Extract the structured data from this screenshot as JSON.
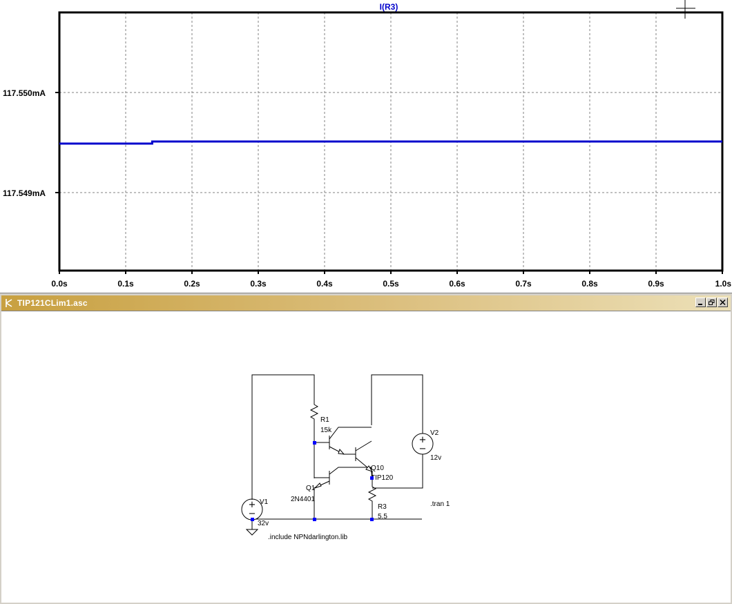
{
  "plot": {
    "trace_name": "I(R3)",
    "y_ticks": [
      {
        "label": "117.550mA",
        "value": 117.55
      },
      {
        "label": "117.549mA",
        "value": 117.549
      }
    ],
    "x_ticks": [
      "0.0s",
      "0.1s",
      "0.2s",
      "0.3s",
      "0.4s",
      "0.5s",
      "0.6s",
      "0.7s",
      "0.8s",
      "0.9s",
      "1.0s"
    ],
    "trace_color": "#0000cc",
    "trace_points": [
      {
        "t": 0.0,
        "i": 117.54949
      },
      {
        "t": 0.14,
        "i": 117.54949
      },
      {
        "t": 0.14,
        "i": 117.54951
      },
      {
        "t": 1.0,
        "i": 117.54951
      }
    ]
  },
  "window": {
    "title": "TIP121CLim1.asc"
  },
  "schematic": {
    "components": {
      "r1": {
        "name": "R1",
        "value": "15k"
      },
      "r3": {
        "name": "R3",
        "value": "5.5"
      },
      "q1": {
        "name": "Q1",
        "model": "2N4401"
      },
      "q10": {
        "name": "Q10",
        "model": "TIP120"
      },
      "v1": {
        "name": "V1",
        "value": "32v"
      },
      "v2": {
        "name": "V2",
        "value": "12v"
      }
    },
    "directives": {
      "tran": ".tran 1",
      "include": ".include NPNdarlington.lib"
    }
  }
}
